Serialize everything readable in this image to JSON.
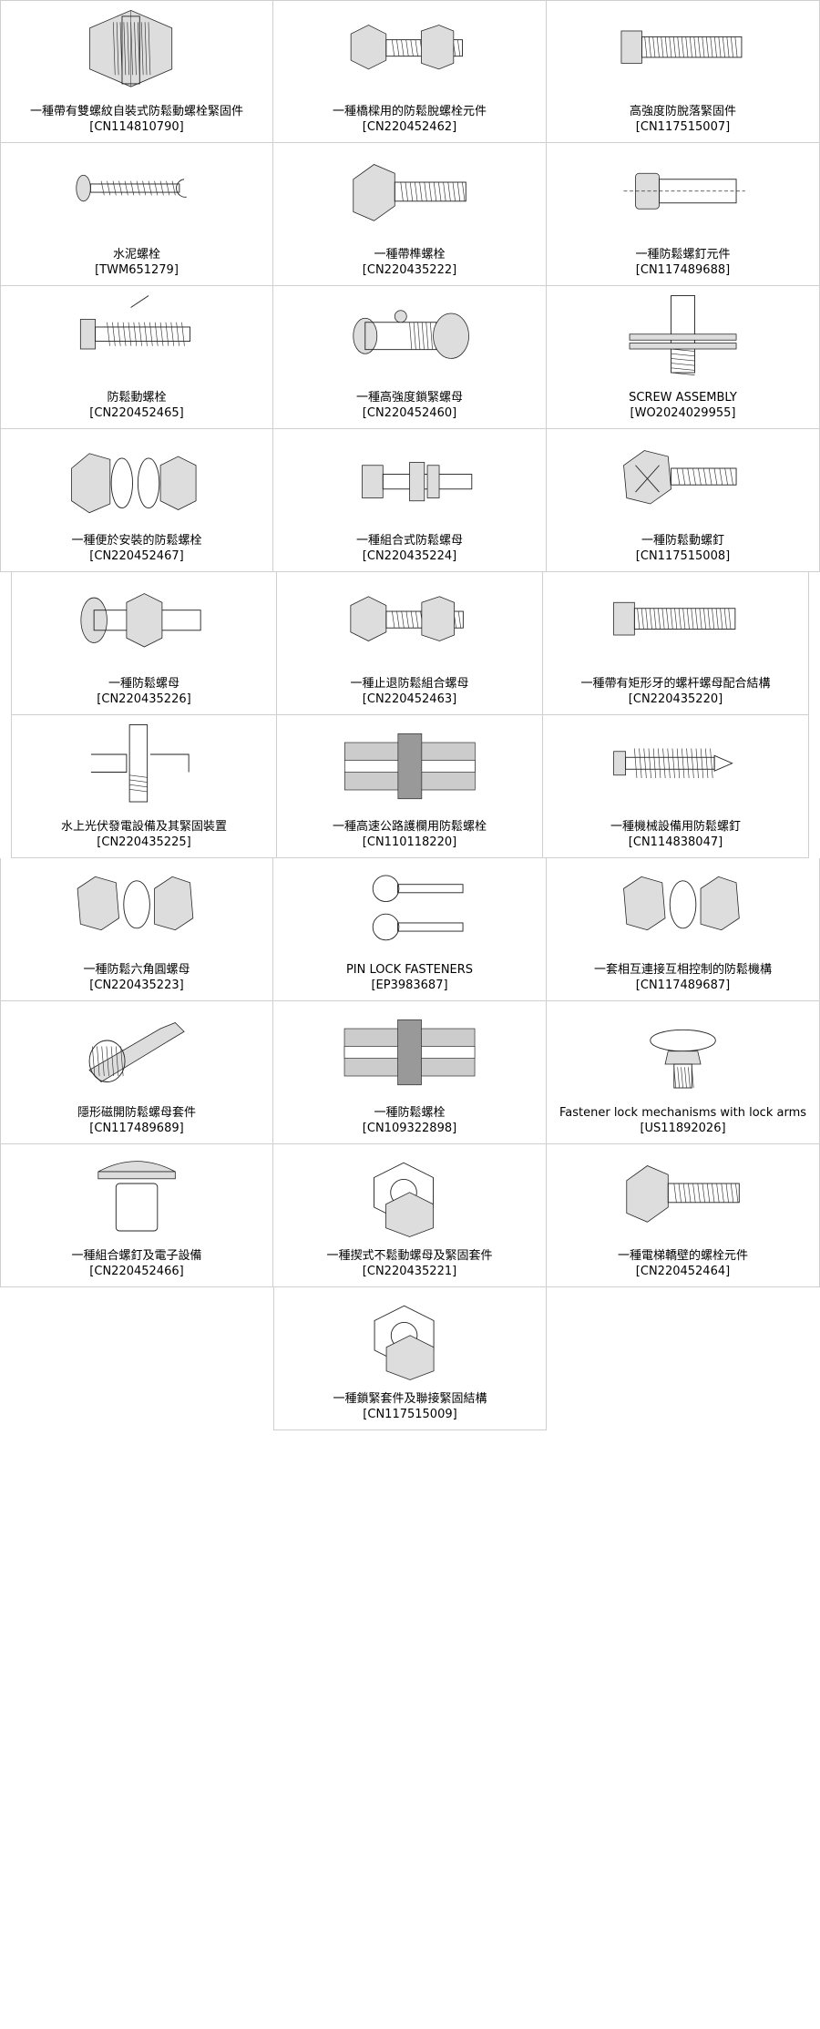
{
  "rows": [
    {
      "items": [
        {
          "title": "一種帶有雙螺紋自裝式防鬆動螺栓緊固件",
          "code": "[CN114810790]",
          "icon": "hex-bolt-cutaway-icon"
        },
        {
          "title": "一種橋樑用的防鬆脫螺栓元件",
          "code": "[CN220452462]",
          "icon": "bolt-with-nut-icon"
        },
        {
          "title": "高強度防脫落緊固件",
          "code": "[CN117515007]",
          "icon": "threaded-rod-icon"
        }
      ]
    },
    {
      "items": [
        {
          "title": "水泥螺栓",
          "code": "[TWM651279]",
          "icon": "screw-icon"
        },
        {
          "title": "一種帶榫螺栓",
          "code": "[CN220435222]",
          "icon": "hex-bolt-icon"
        },
        {
          "title": "一種防鬆螺釘元件",
          "code": "[CN117489688]",
          "icon": "bolt-section-icon"
        }
      ]
    },
    {
      "items": [
        {
          "title": "防鬆動螺栓",
          "code": "[CN220452465]",
          "icon": "spring-bolt-icon"
        },
        {
          "title": "一種高強度鎖緊螺母",
          "code": "[CN220452460]",
          "icon": "lock-nut-icon"
        },
        {
          "title": "SCREW ASSEMBLY",
          "code": "[WO2024029955]",
          "icon": "screw-assembly-icon"
        }
      ]
    },
    {
      "items": [
        {
          "title": "一種便於安裝的防鬆螺栓",
          "code": "[CN220452467]",
          "icon": "castle-nut-icon"
        },
        {
          "title": "一種組合式防鬆螺母",
          "code": "[CN220435224]",
          "icon": "combo-nut-icon"
        },
        {
          "title": "一種防鬆動螺釘",
          "code": "[CN117515008]",
          "icon": "cross-bolt-icon"
        }
      ]
    },
    {
      "items": [
        {
          "title": "一種防鬆螺母",
          "code": "[CN220435226]",
          "icon": "hex-nut-on-rod-icon"
        },
        {
          "title": "一種止退防鬆組合螺母",
          "code": "[CN220452463]",
          "icon": "bolt-with-nut-icon"
        },
        {
          "title": "一種帶有矩形牙的螺杆螺母配合結構",
          "code": "[CN220435220]",
          "icon": "threaded-rod-icon"
        }
      ]
    },
    {
      "items": [
        {
          "title": "水上光伏發電設備及其緊固裝置",
          "code": "[CN220435225]",
          "icon": "clamp-icon"
        },
        {
          "title": "一種高速公路護欄用防鬆螺栓",
          "code": "[CN110118220]",
          "icon": "section-view-icon"
        },
        {
          "title": "一種機械設備用防鬆螺釘",
          "code": "[CN114838047]",
          "icon": "barbed-screw-icon"
        }
      ]
    },
    {
      "items": [
        {
          "title": "一種防鬆六角圓螺母",
          "code": "[CN220435223]",
          "icon": "exploded-nut-icon"
        },
        {
          "title": "PIN LOCK FASTENERS",
          "code": "[EP3983687]",
          "icon": "pin-lock-icon"
        },
        {
          "title": "一套相互連接互相控制的防鬆機構",
          "code": "[CN117489687]",
          "icon": "exploded-nut-icon"
        }
      ]
    },
    {
      "items": [
        {
          "title": "隱形磁開防鬆螺母套件",
          "code": "[CN117489689]",
          "icon": "wrench-icon"
        },
        {
          "title": "一種防鬆螺栓",
          "code": "[CN109322898]",
          "icon": "section-view-icon"
        },
        {
          "title": "Fastener lock mechanisms with lock arms",
          "code": "[US11892026]",
          "icon": "lock-arm-icon"
        }
      ]
    },
    {
      "items": [
        {
          "title": "一種組合螺釘及電子設備",
          "code": "[CN220452466]",
          "icon": "pan-head-screw-icon"
        },
        {
          "title": "一種揳式不鬆動螺母及緊固套件",
          "code": "[CN220435221]",
          "icon": "wedge-nut-icon"
        },
        {
          "title": "一種電梯轎壁的螺栓元件",
          "code": "[CN220452464]",
          "icon": "hex-bolt-icon"
        }
      ]
    },
    {
      "items": [
        {
          "title": "一種鎖緊套件及聯接緊固結構",
          "code": "[CN117515009]",
          "icon": "wedge-nut-icon"
        }
      ]
    }
  ]
}
